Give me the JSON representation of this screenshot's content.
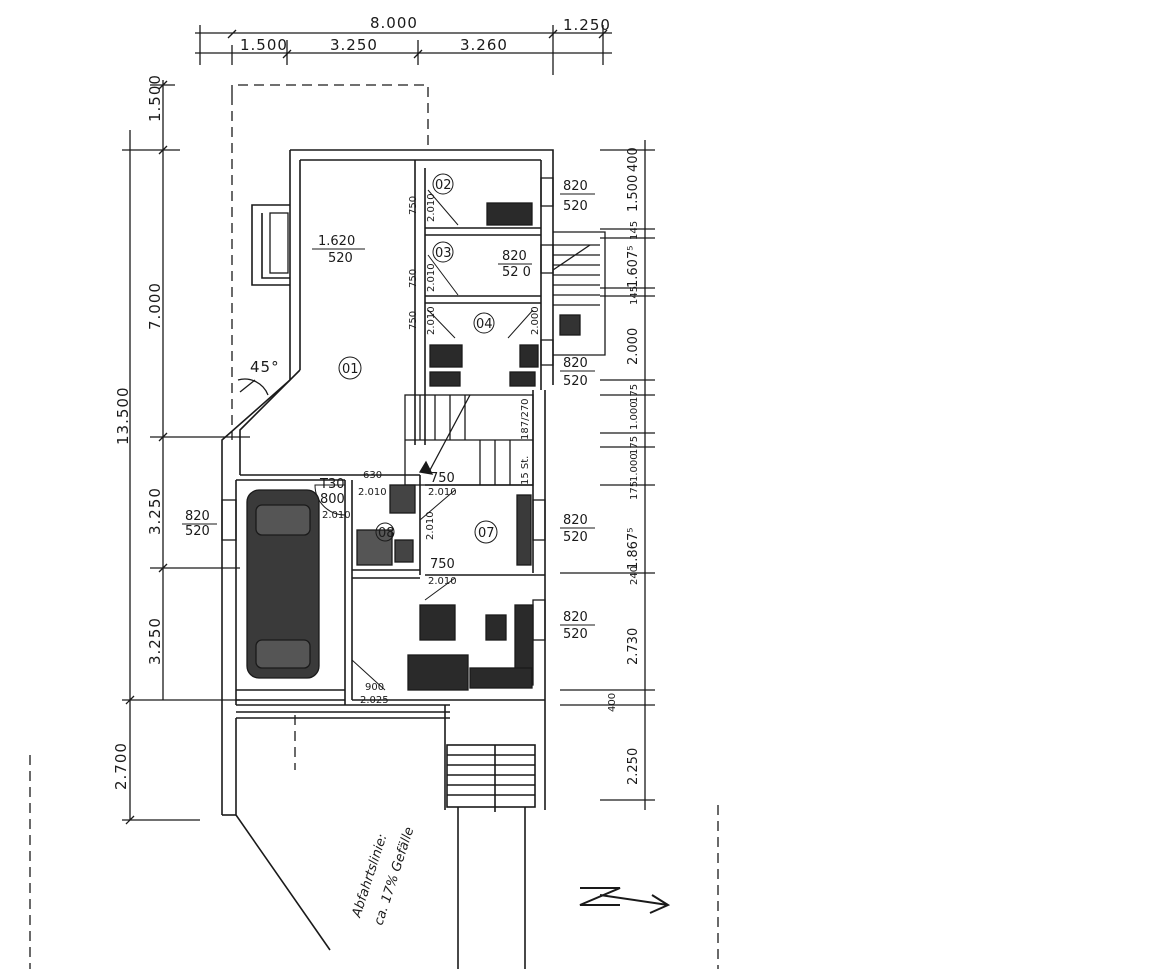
{
  "top_dims": {
    "total": "8.000",
    "seg1": "1.500",
    "seg2": "3.250",
    "seg3": "3.260",
    "extra": "1.250"
  },
  "left_dims": {
    "d1": "1.500",
    "d2": "7.000",
    "d3": "13.500",
    "d4": "3.250",
    "d5": "3.250",
    "d6": "2.700"
  },
  "right_dims": {
    "d1": "400",
    "d2": "1.500",
    "d3": "145",
    "d4": "1.607⁵",
    "d5": "145",
    "d6": "2.000",
    "d7": "175",
    "d8": "1.000",
    "d9": "175",
    "d10": "1.000",
    "d11": "175",
    "d12": "1.867⁵",
    "d13": "240",
    "d14": "2.730",
    "d15": "400",
    "d16": "2.250"
  },
  "windows": {
    "w01_top": "1.620",
    "w01_bot": "520",
    "w02_top": "820",
    "w02_bot": "520",
    "w03_top": "820",
    "w03_bot": "52 0",
    "w04_top": "820",
    "w04_bot": "520",
    "w07_top": "820",
    "w07_bot": "520",
    "wk_top": "820",
    "wk_bot": "520",
    "wg_top": "820",
    "wg_bot": "520"
  },
  "rooms": {
    "r01": "01",
    "r02": "02",
    "r03": "03",
    "r04": "04",
    "r07": "07",
    "r08": "08"
  },
  "doors": {
    "d02a": "750",
    "d02b": "2.010",
    "d03a": "750",
    "d03b": "2.010",
    "d04a": "750",
    "d04b": "2.010",
    "d04c": "2.000",
    "t30a": "T30",
    "t30b": "800",
    "t30c": "2.010",
    "d08a": "630",
    "d08b": "2.010",
    "d07a": "750",
    "d07b": "2.010",
    "d07c": "2.010",
    "dka": "750",
    "dkb": "2.010",
    "dga": "900",
    "dgb": "2.025"
  },
  "stairs": {
    "label": "187/270",
    "steps": "15 St."
  },
  "angle": "45°",
  "notes": {
    "line1": "Abfahrtslinie:",
    "line2": "ca. 17% Gefälle"
  }
}
